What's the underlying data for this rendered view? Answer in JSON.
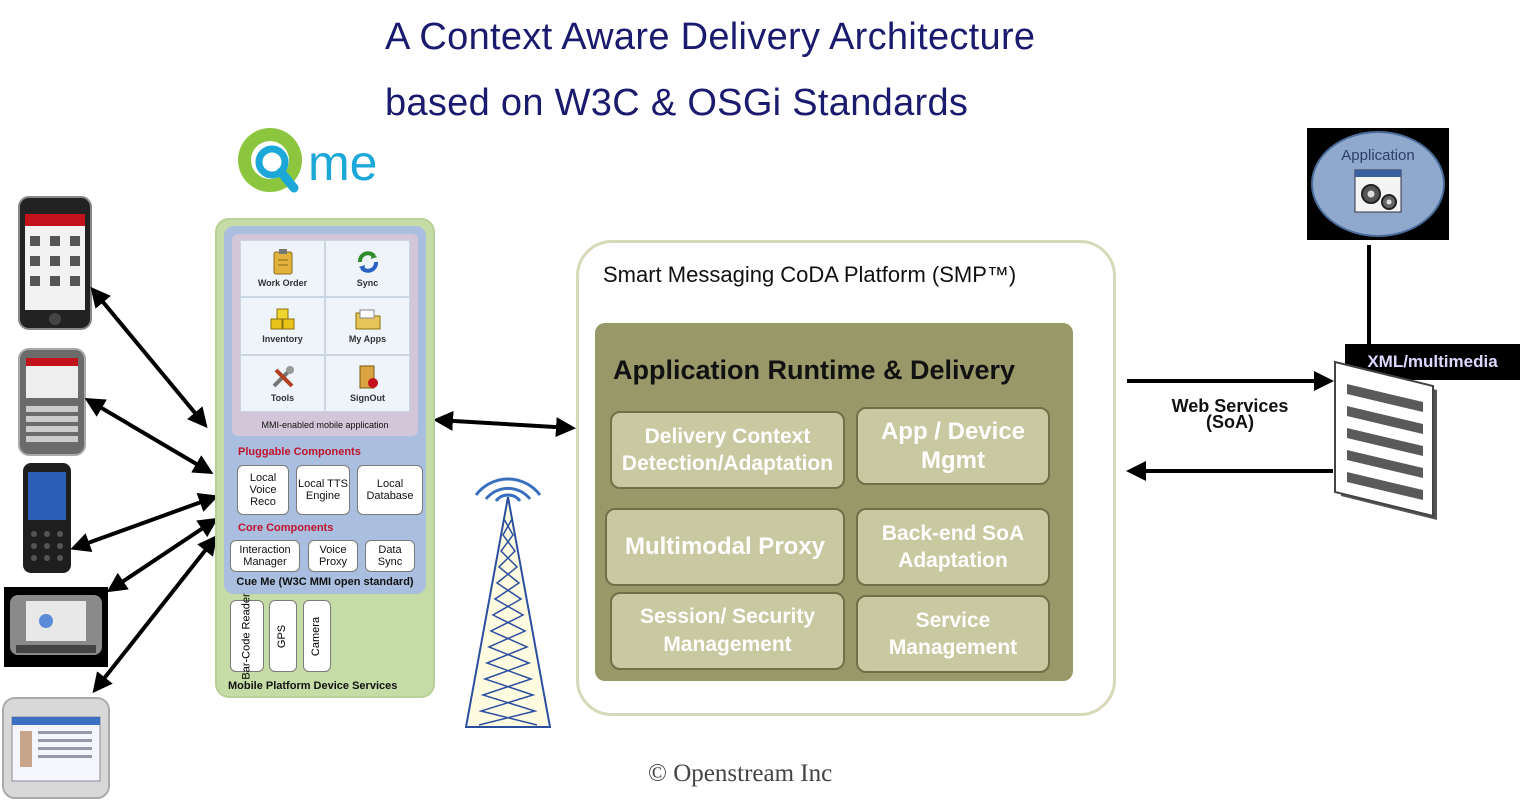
{
  "title": {
    "line1": "A  Context  Aware  Delivery Architecture",
    "line2": "based on  W3C & OSGi Standards"
  },
  "logo": {
    "text": "me"
  },
  "cueme": {
    "apps": [
      {
        "label": "Work Order",
        "icon": "clipboard-icon"
      },
      {
        "label": "Sync",
        "icon": "sync-icon"
      },
      {
        "label": "Inventory",
        "icon": "boxes-icon"
      },
      {
        "label": "My Apps",
        "icon": "folder-icon"
      },
      {
        "label": "Tools",
        "icon": "tools-icon"
      },
      {
        "label": "SignOut",
        "icon": "signout-icon"
      }
    ],
    "mmi_caption": "MMI-enabled mobile application",
    "pluggable_title": "Pluggable Components",
    "pluggable": [
      "Local Voice Reco",
      "Local TTS Engine",
      "Local Database"
    ],
    "core_title": "Core Components",
    "core": [
      "Interaction Manager",
      "Voice Proxy",
      "Data Sync"
    ],
    "caption": "Cue Me (W3C MMI open standard)",
    "device_services": [
      "Bar-Code Reader",
      "GPS",
      "Camera"
    ],
    "platform_caption": "Mobile Platform Device Services"
  },
  "smp": {
    "title": "Smart Messaging  CoDA Platform (SMP™)",
    "runtime_title": "Application Runtime & Delivery",
    "boxes": [
      "Delivery Context Detection/Adaptation",
      "App / Device Mgmt",
      "Multimodal Proxy",
      "Back-end SoA Adaptation",
      "Session/ Security Management",
      "Service Management"
    ]
  },
  "right": {
    "application_label": "Application",
    "xml_label": "XML/multimedia",
    "web_services_line1": "Web Services",
    "web_services_line2": "(SoA)"
  },
  "copyright": "© Openstream  Inc"
}
